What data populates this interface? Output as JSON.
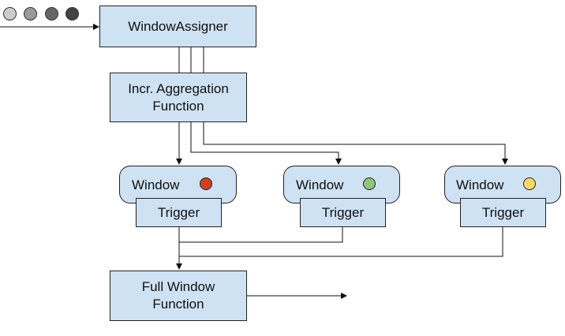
{
  "events": {
    "colors": [
      "#cccccc",
      "#999999",
      "#666666",
      "#434343"
    ]
  },
  "window_assigner": {
    "label": "WindowAssigner"
  },
  "incr_aggregation": {
    "line1": "Incr. Aggregation",
    "line2": "Function"
  },
  "windows": [
    {
      "window_label": "Window",
      "trigger_label": "Trigger",
      "status_color": "#cc4125"
    },
    {
      "window_label": "Window",
      "trigger_label": "Trigger",
      "status_color": "#93c47d"
    },
    {
      "window_label": "Window",
      "trigger_label": "Trigger",
      "status_color": "#ffd966"
    }
  ],
  "full_window_function": {
    "line1": "Full Window",
    "line2": "Function"
  },
  "colors": {
    "box_fill": "#cfe2f3",
    "stroke": "#222222"
  }
}
